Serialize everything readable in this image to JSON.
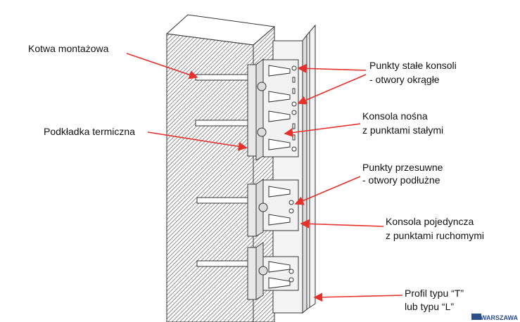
{
  "labels": {
    "anchor": "Kotwa montażowa",
    "thermal_pad": "Podkładka termiczna",
    "fixed_points_1": "Punkty stałe konsoli",
    "fixed_points_2": "- otwory okrągłe",
    "bearing_bracket_1": "Konsola nośna",
    "bearing_bracket_2": "z punktami stałymi",
    "sliding_points_1": "Punkty przesuwne",
    "sliding_points_2": "- otwory podłużne",
    "single_bracket_1": "Konsola pojedyncza",
    "single_bracket_2": "z punktami ruchomymi",
    "profile_1": "Profil typu “T”",
    "profile_2": "lub typu “L”"
  },
  "logo": {
    "text": "WARSZAWA"
  },
  "colors": {
    "arrow": "#e8302a",
    "wall_hatch": "#555555",
    "outline": "#333333",
    "metal": "#eeeeee"
  }
}
